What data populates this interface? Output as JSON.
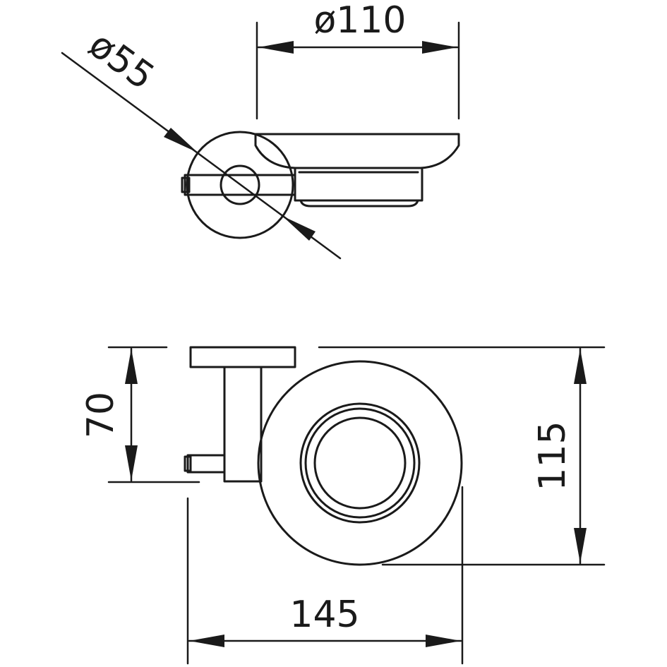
{
  "colors": {
    "line": "#1a1a1a",
    "background": "#ffffff"
  },
  "dimensions": {
    "dish_diameter": "ø110",
    "flange_diameter": "ø55",
    "height": "70",
    "depth": "115",
    "width": "145"
  }
}
